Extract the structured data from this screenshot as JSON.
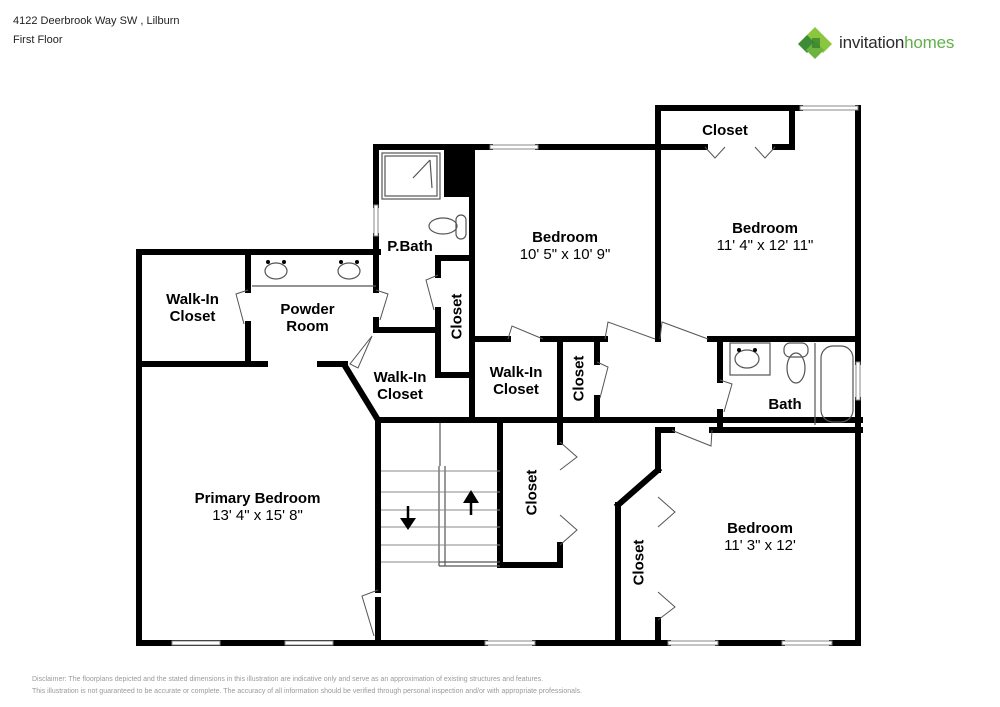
{
  "header": {
    "address": "4122 Deerbrook Way SW , Lilburn",
    "floor": "First Floor"
  },
  "brand": {
    "name_part1": "invitation",
    "name_part2": "homes",
    "icon": "green-diamond-logo-icon",
    "colors": {
      "dark_text": "#2b2b2b",
      "green": "#62b04a",
      "logo_dark_green": "#3d8b37",
      "logo_light_green": "#8cc63f"
    }
  },
  "rooms": {
    "walkin_closet_left": {
      "name_line1": "Walk-In",
      "name_line2": "Closet"
    },
    "powder_room": {
      "name_line1": "Powder",
      "name_line2": "Room"
    },
    "pbath": {
      "name": "P.Bath"
    },
    "pbath_closet": {
      "name": "Closet"
    },
    "walkin_closet_mid": {
      "name_line1": "Walk-In",
      "name_line2": "Closet"
    },
    "walkin_closet_center": {
      "name_line1": "Walk-In",
      "name_line2": "Closet"
    },
    "small_closet_center": {
      "name": "Closet"
    },
    "bedroom_2": {
      "name": "Bedroom",
      "dims": "10' 5\" x 10' 9\""
    },
    "bedroom_3": {
      "name": "Bedroom",
      "dims": "11' 4\" x 12' 11\""
    },
    "bedroom_3_closet": {
      "name": "Closet"
    },
    "bath": {
      "name": "Bath"
    },
    "primary_bedroom": {
      "name": "Primary Bedroom",
      "dims": "13' 4\" x 15' 8\""
    },
    "hall_closet": {
      "name": "Closet"
    },
    "bedroom_4": {
      "name": "Bedroom",
      "dims": "11' 3\" x 12'"
    },
    "bedroom_4_closet": {
      "name": "Closet"
    }
  },
  "stairs": {
    "down_icon": "arrow-down-icon",
    "up_icon": "arrow-up-icon"
  },
  "disclaimer": {
    "line1": "Disclaimer: The floorplans depicted and the stated dimensions in this illustration are indicative only and serve as an approximation of existing structures and features.",
    "line2": "This illustration is not guaranteed to be accurate or complete. The accuracy of all information should be verified through personal inspection and/or with appropriate professionals."
  }
}
